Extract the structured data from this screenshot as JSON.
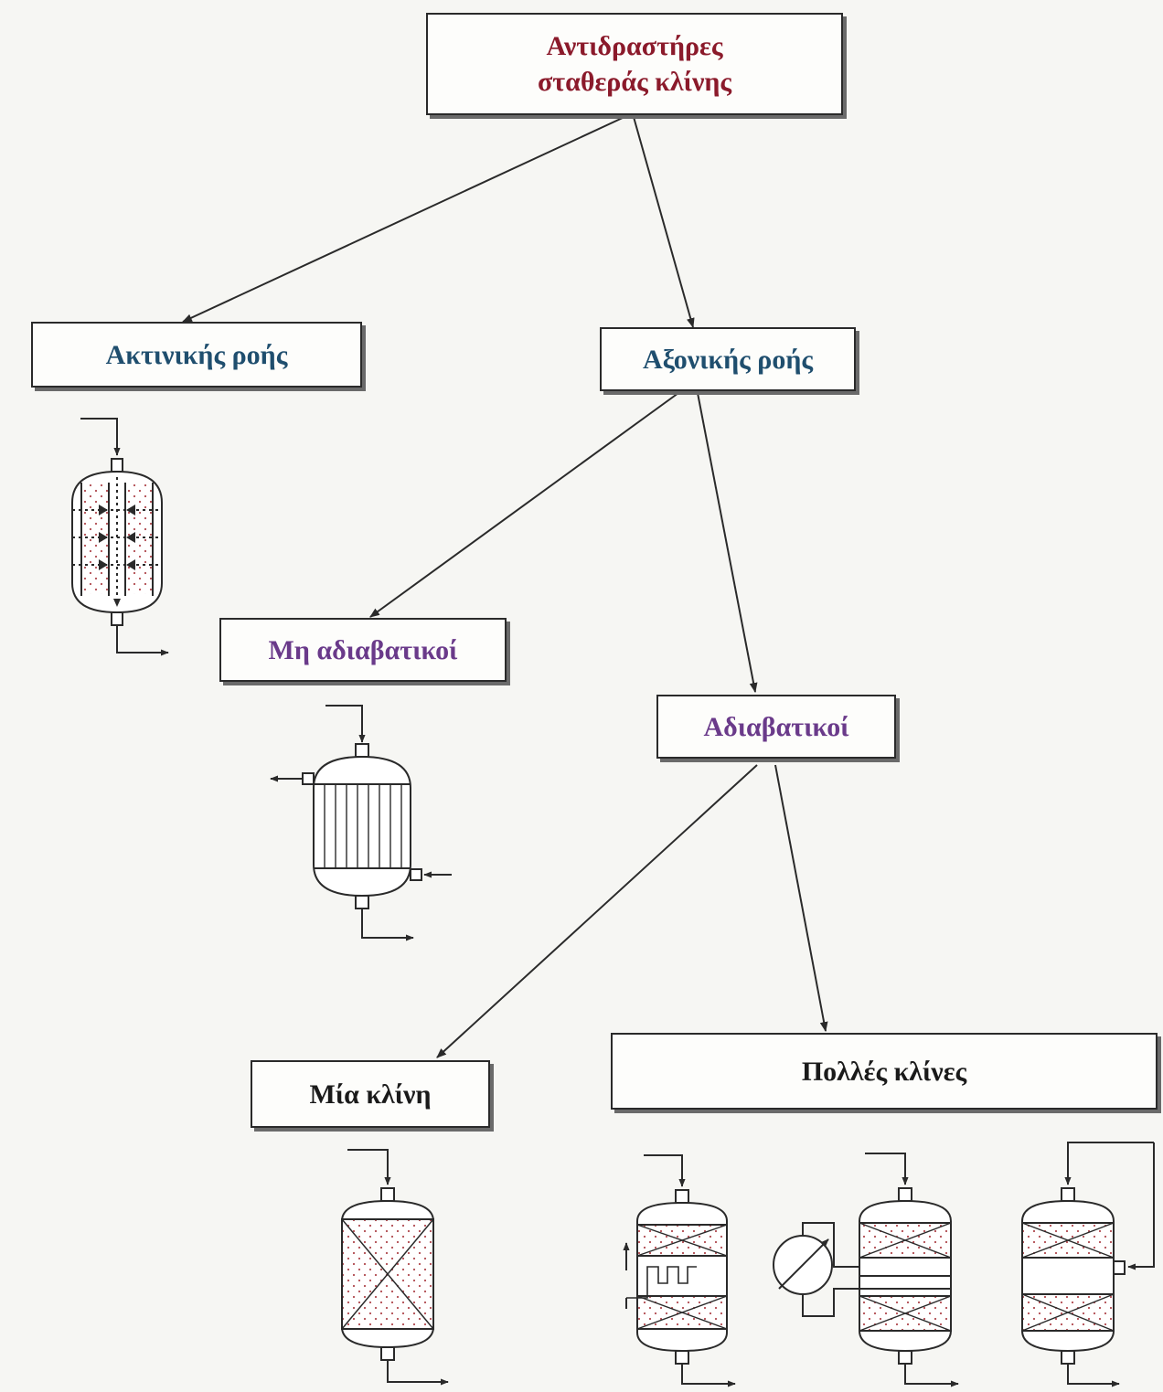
{
  "title": "Αντιδραστήρες\nσταθεράς κλίνης",
  "nodes": {
    "radial": "Ακτινικής ροής",
    "axial": "Αξονικής ροής",
    "non_adiabatic": "Μη αδιαβατικοί",
    "adiabatic": "Αδιαβατικοί",
    "single_bed": "Μία κλίνη",
    "multi_bed": "Πολλές κλίνες"
  },
  "colors": {
    "title": "#8b1a2b",
    "flow": "#1f4e6e",
    "adiabatic": "#6a3a8a",
    "plain": "#1a1a1a",
    "packing_dots": "#b0494f",
    "line": "#2a2a2a"
  }
}
